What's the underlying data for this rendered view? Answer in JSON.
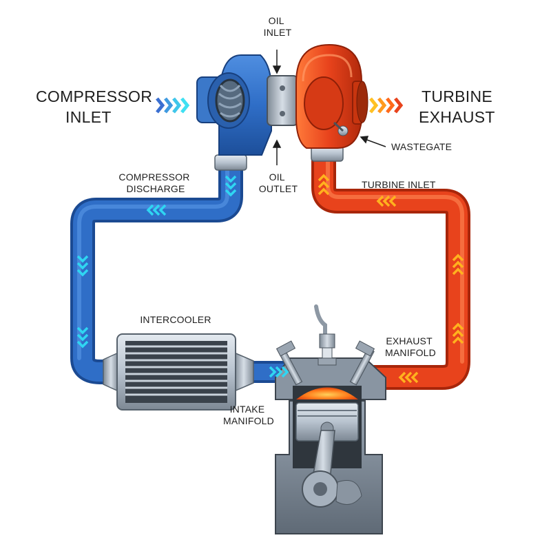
{
  "labels": {
    "compressor_inlet": [
      "COMPRESSOR",
      "INLET"
    ],
    "turbine_exhaust": [
      "TURBINE",
      "EXHAUST"
    ],
    "oil_inlet": [
      "OIL",
      "INLET"
    ],
    "oil_outlet": [
      "OIL",
      "OUTLET"
    ],
    "wastegate": "WASTEGATE",
    "compressor_discharge": [
      "COMPRESSOR",
      "DISCHARGE"
    ],
    "turbine_inlet": "TURBINE INLET",
    "intercooler": "INTERCOOLER",
    "exhaust_manifold": [
      "EXHAUST",
      "MANIFOLD"
    ],
    "intake_manifold": [
      "INTAKE",
      "MANIFOLD"
    ]
  },
  "colors": {
    "cold_pipe": "#2f6ec7",
    "hot_pipe": "#e8431c",
    "cold_flow_arrow": "#2fd6f2",
    "hot_flow_arrow": "#ffb21e",
    "compressor_housing": "#3f7fcf",
    "turbine_housing": "#e9481f",
    "metal": "#b8c3cf",
    "combustion": "#ff7a1a",
    "label_text": "#1e1e1e"
  },
  "icons": {
    "flow_arrow": "chevron-flow-icon",
    "pointer_arrow": "pointer-arrow-icon"
  }
}
